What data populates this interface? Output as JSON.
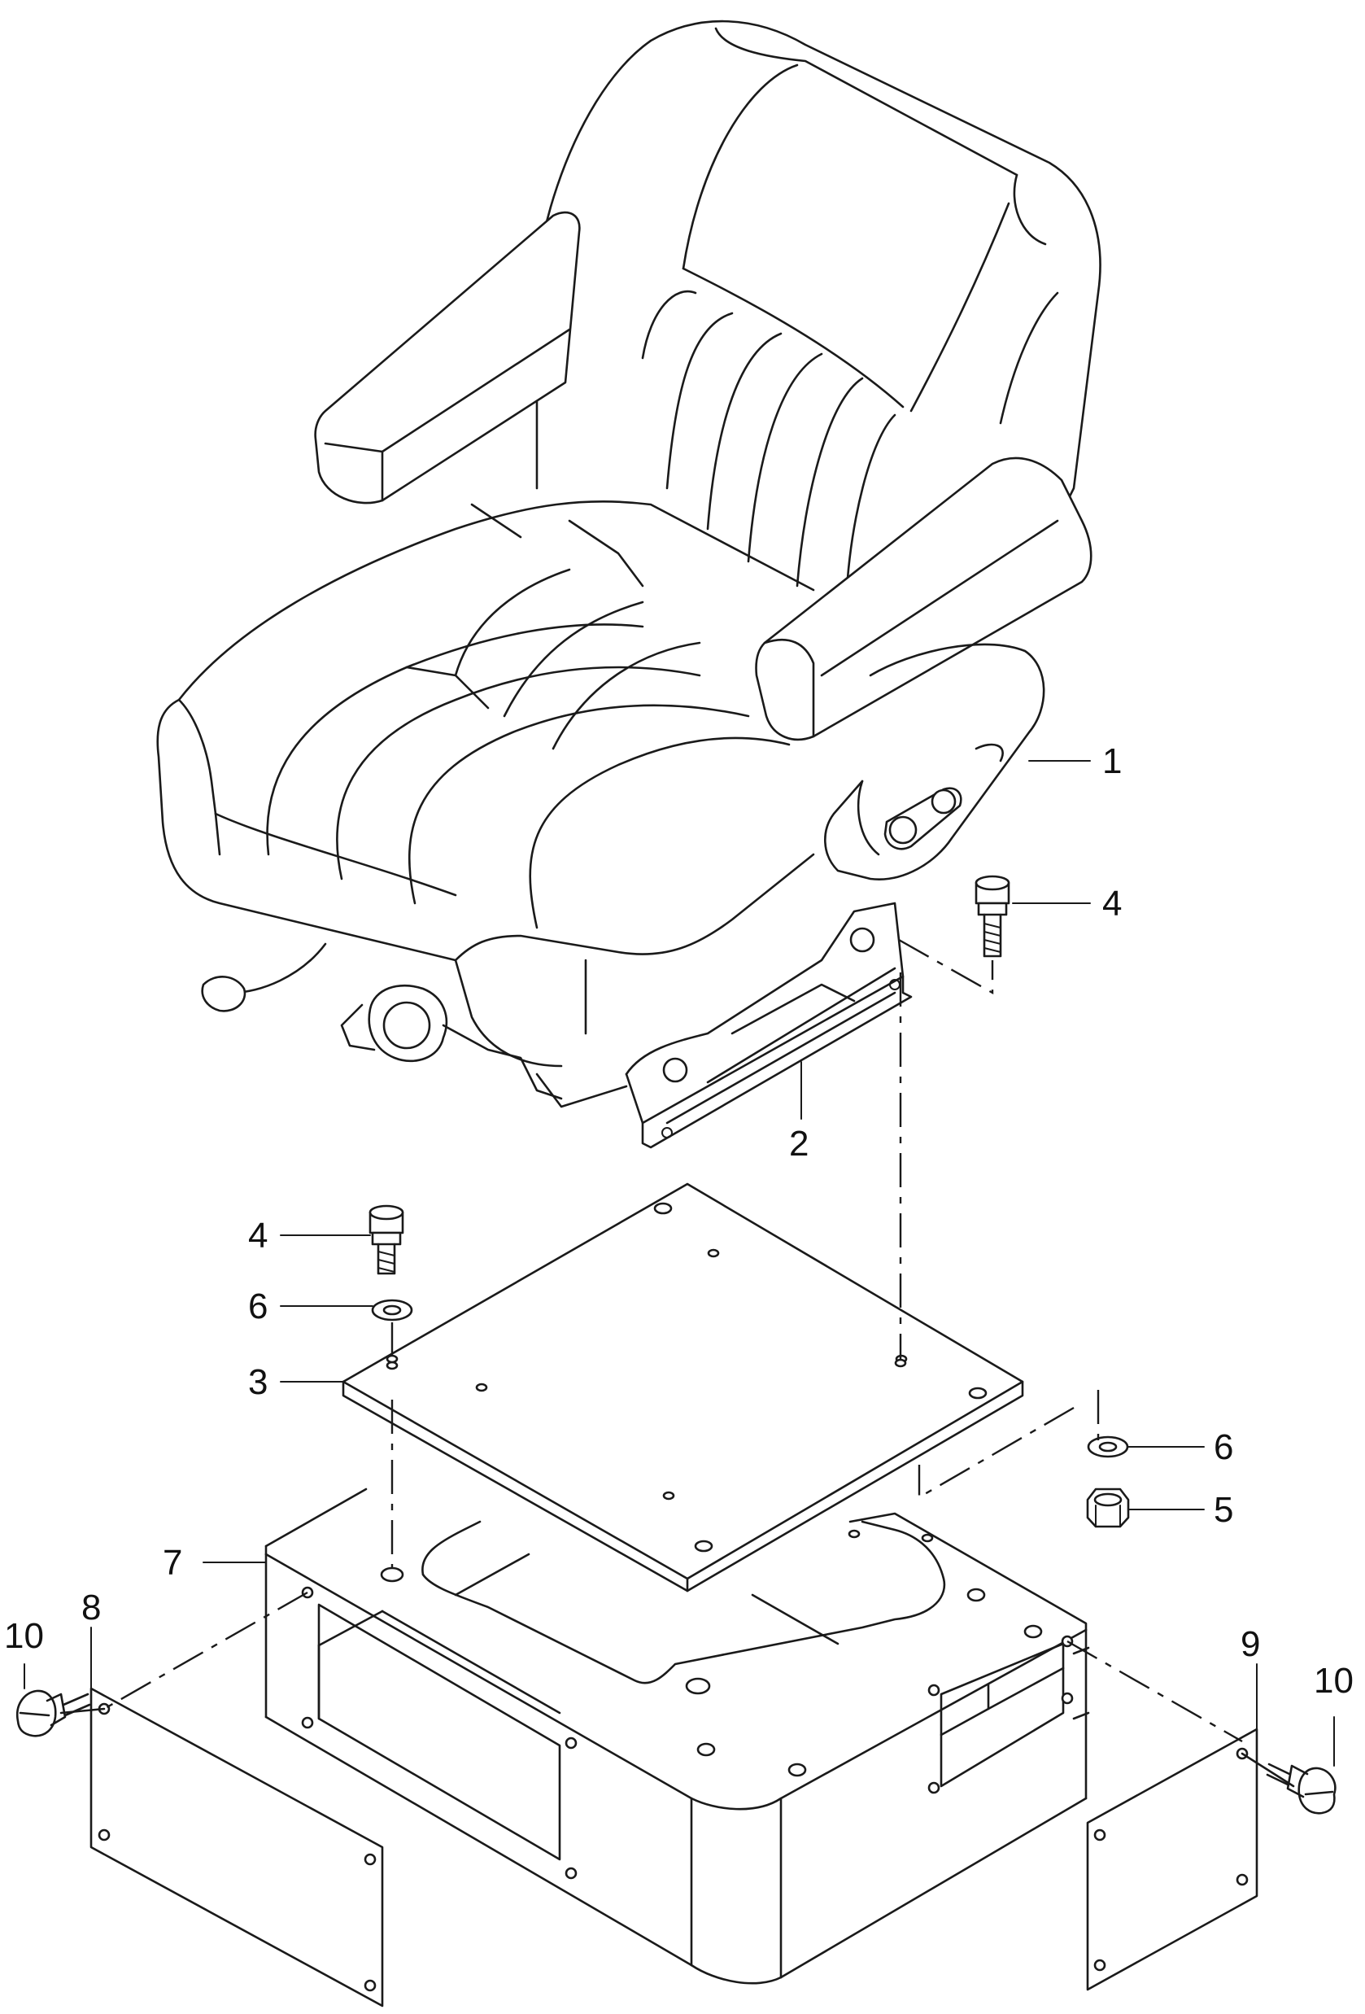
{
  "diagram": {
    "callouts": [
      {
        "id": "c1",
        "label": "1"
      },
      {
        "id": "c2",
        "label": "2"
      },
      {
        "id": "c3",
        "label": "3"
      },
      {
        "id": "c4a",
        "label": "4"
      },
      {
        "id": "c4b",
        "label": "4"
      },
      {
        "id": "c5",
        "label": "5"
      },
      {
        "id": "c6a",
        "label": "6"
      },
      {
        "id": "c6b",
        "label": "6"
      },
      {
        "id": "c7",
        "label": "7"
      },
      {
        "id": "c8",
        "label": "8"
      },
      {
        "id": "c9",
        "label": "9"
      },
      {
        "id": "c10a",
        "label": "10"
      },
      {
        "id": "c10b",
        "label": "10"
      }
    ]
  }
}
